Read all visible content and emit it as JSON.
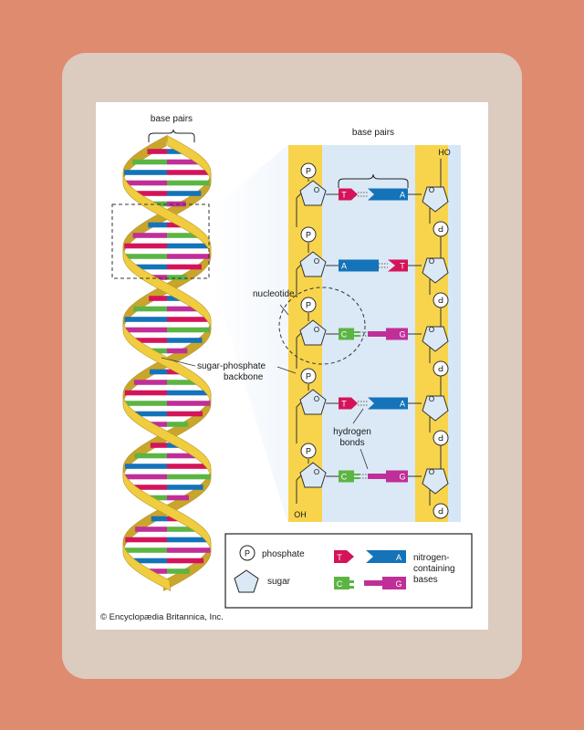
{
  "labels": {
    "base_pairs_left": "base pairs",
    "base_pairs_right": "base pairs",
    "nucleotide": "nucleotide",
    "sugar_phosphate_1": "sugar-phosphate",
    "sugar_phosphate_2": "backbone",
    "hydrogen_1": "hydrogen",
    "hydrogen_2": "bonds",
    "end_top": "HO",
    "end_bottom": "OH",
    "phosphate_symbol": "P",
    "sugar_symbol": "O"
  },
  "ladder_rows": [
    {
      "left": "T",
      "right": "A",
      "left_color": "#d4145a",
      "right_color": "#1473b9"
    },
    {
      "left": "A",
      "right": "T",
      "left_color": "#1473b9",
      "right_color": "#d4145a"
    },
    {
      "left": "C",
      "right": "G",
      "left_color": "#5bb543",
      "right_color": "#c02f98"
    },
    {
      "left": "T",
      "right": "A",
      "left_color": "#d4145a",
      "right_color": "#1473b9"
    },
    {
      "left": "C",
      "right": "G",
      "left_color": "#5bb543",
      "right_color": "#c02f98"
    }
  ],
  "legend": {
    "phosphate": "phosphate",
    "sugar": "sugar",
    "bases_1": "nitrogen-",
    "bases_2": "containing",
    "bases_3": "bases",
    "t": "T",
    "a": "A",
    "c": "C",
    "g": "G"
  },
  "credit": "© Encyclopædia Britannica, Inc.",
  "colors": {
    "background": "#de8b70",
    "frame": "#dccbbf",
    "backbone": "#f7d44c",
    "ribbon": "#e8c23a",
    "panel_blue": "#dbe9f6",
    "thymine": "#d4145a",
    "adenine": "#1473b9",
    "cytosine": "#5bb543",
    "guanine": "#c02f98"
  }
}
